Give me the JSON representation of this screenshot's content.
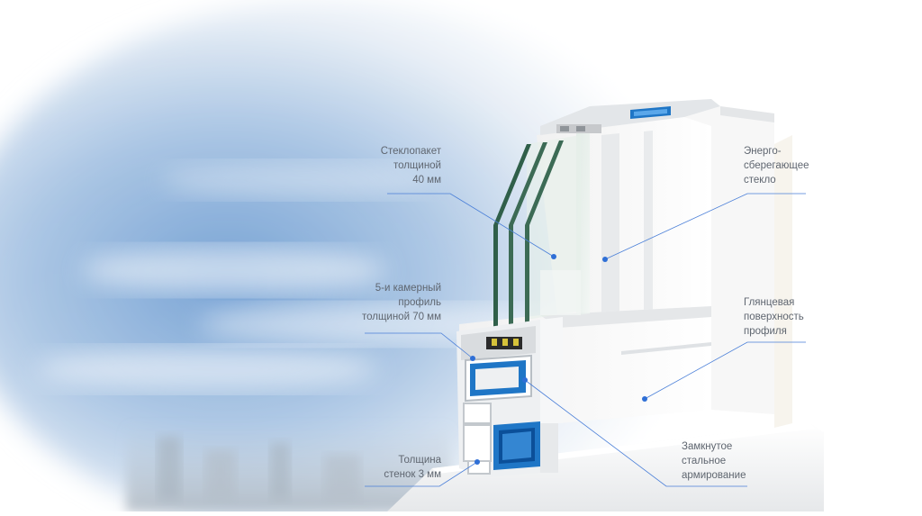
{
  "callouts": {
    "glass_unit": {
      "lines": [
        "Стеклопакет",
        "толщиной",
        "40 мм"
      ]
    },
    "energy_glass": {
      "lines": [
        "Энерго-",
        "сберегающее",
        "стекло"
      ]
    },
    "profile": {
      "lines": [
        "5-и камерный",
        "профиль",
        "толщиной 70 мм"
      ]
    },
    "glossy": {
      "lines": [
        "Глянцевая",
        "поверхность",
        "профиля"
      ]
    },
    "wall": {
      "lines": [
        "Толщина",
        "стенок 3 мм"
      ]
    },
    "steel": {
      "lines": [
        "Замкнутое",
        "стальное",
        "армирование"
      ]
    }
  },
  "colors": {
    "accent": "#2f6fd6",
    "leader_line": "#4a7fd8",
    "sky_top": "#5e8fc7",
    "sky_bottom": "#c9d8e8",
    "profile_white": "#f4f4f4",
    "glass_green": "#3c6b55",
    "reinforcement_blue": "#1f76c6"
  },
  "icons": {
    "callout_marker": "dot-icon"
  }
}
